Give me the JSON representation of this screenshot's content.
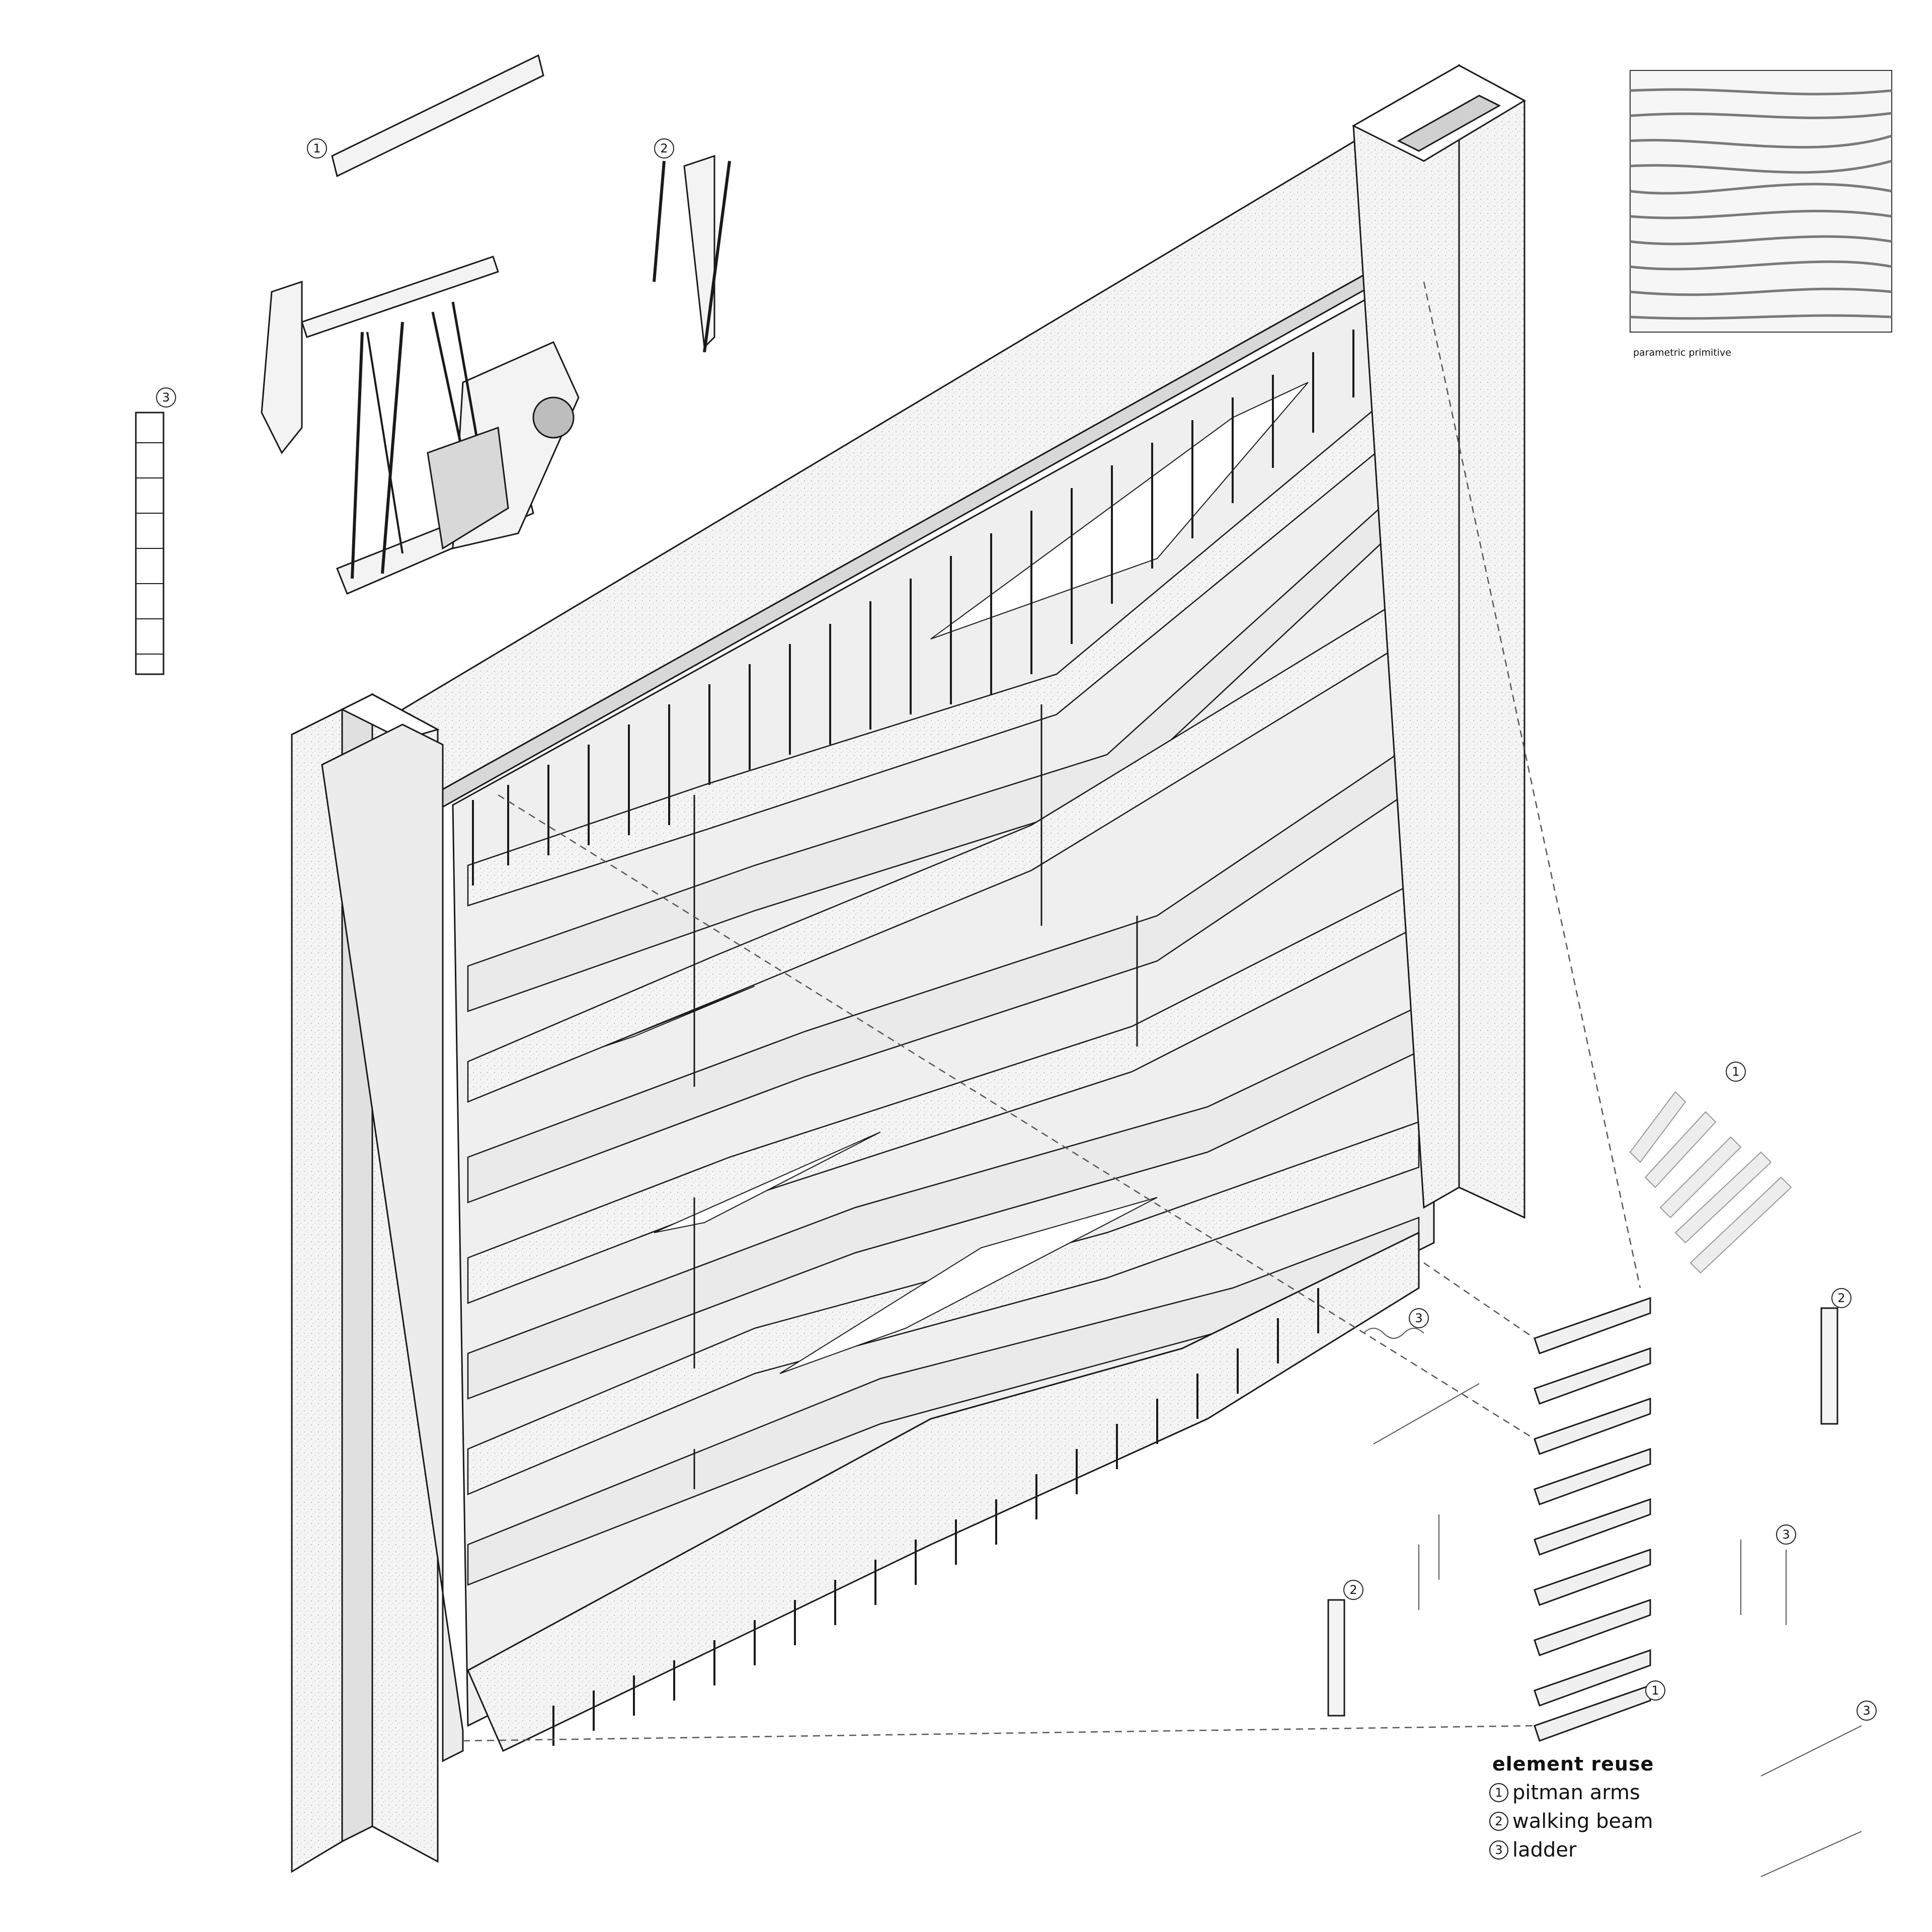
{
  "legend": {
    "title": "element reuse",
    "items": [
      {
        "num": "1",
        "label": "pitman arms"
      },
      {
        "num": "2",
        "label": "walking beam"
      },
      {
        "num": "3",
        "label": "ladder"
      }
    ]
  },
  "primitive_caption": "parametric primitive",
  "markers": [
    "1",
    "2",
    "3"
  ],
  "colors": {
    "ink": "#1a1a1a",
    "fill": "#f2f2f2",
    "shade": "#dcdcdc",
    "dark": "#9a9a9a"
  }
}
